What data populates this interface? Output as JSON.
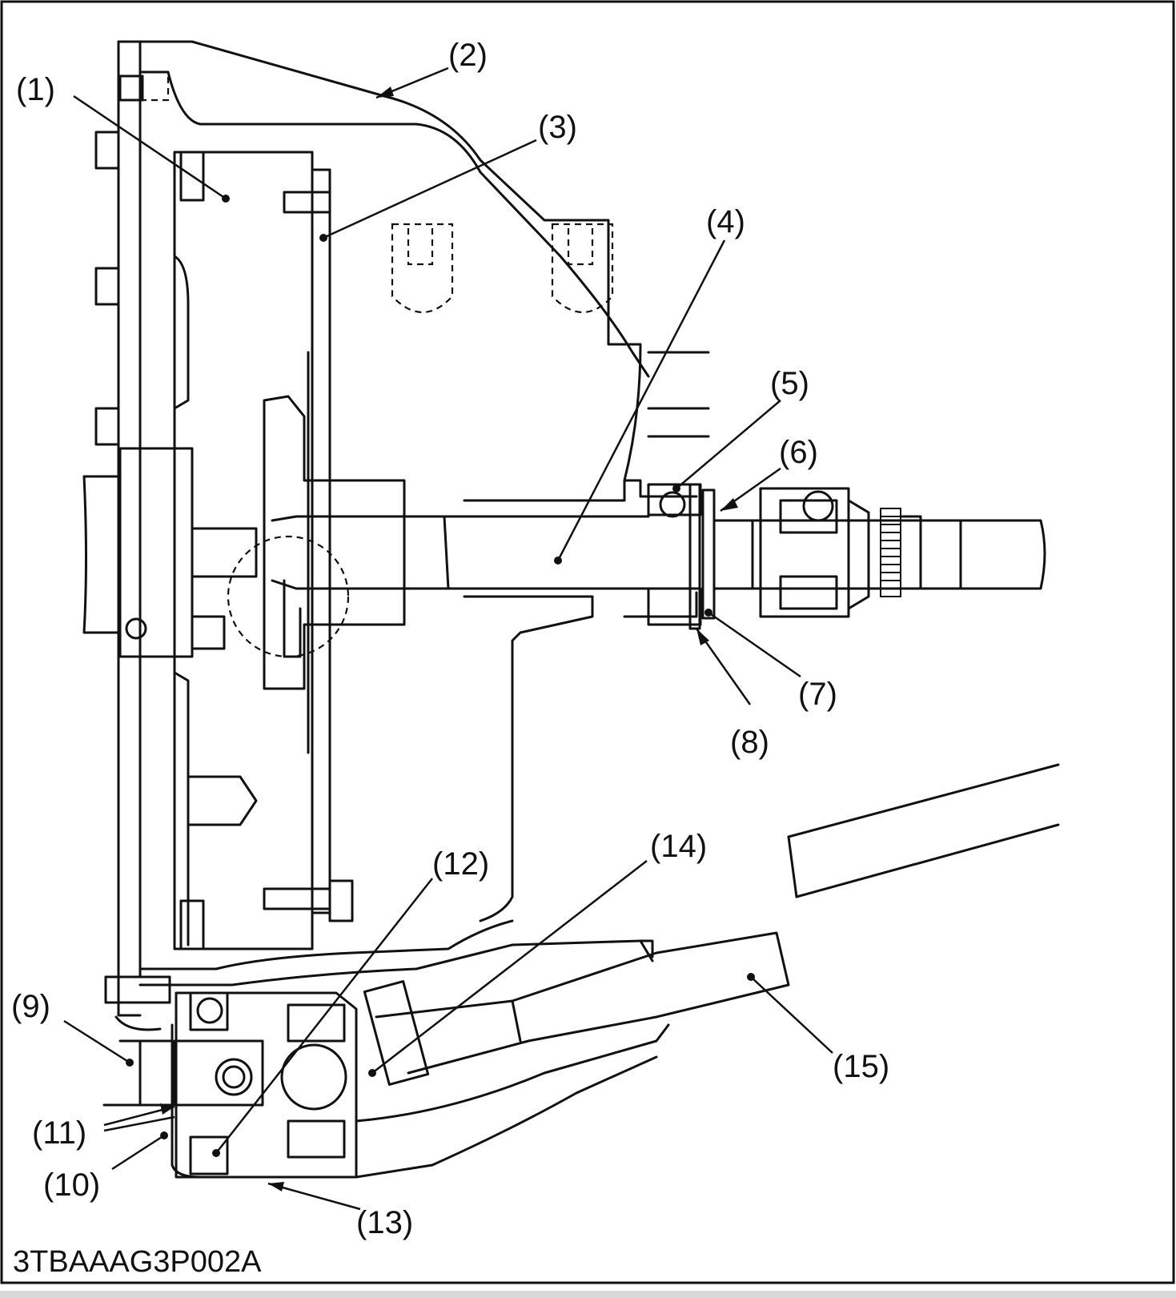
{
  "figure": {
    "code": "3TBAAAG3P002A",
    "callouts": [
      {
        "id": "1",
        "label": "(1)"
      },
      {
        "id": "2",
        "label": "(2)"
      },
      {
        "id": "3",
        "label": "(3)"
      },
      {
        "id": "4",
        "label": "(4)"
      },
      {
        "id": "5",
        "label": "(5)"
      },
      {
        "id": "6",
        "label": "(6)"
      },
      {
        "id": "7",
        "label": "(7)"
      },
      {
        "id": "8",
        "label": "(8)"
      },
      {
        "id": "9",
        "label": "(9)"
      },
      {
        "id": "10",
        "label": "(10)"
      },
      {
        "id": "11",
        "label": "(11)"
      },
      {
        "id": "12",
        "label": "(12)"
      },
      {
        "id": "13",
        "label": "(13)"
      },
      {
        "id": "14",
        "label": "(14)"
      },
      {
        "id": "15",
        "label": "(15)"
      }
    ]
  }
}
